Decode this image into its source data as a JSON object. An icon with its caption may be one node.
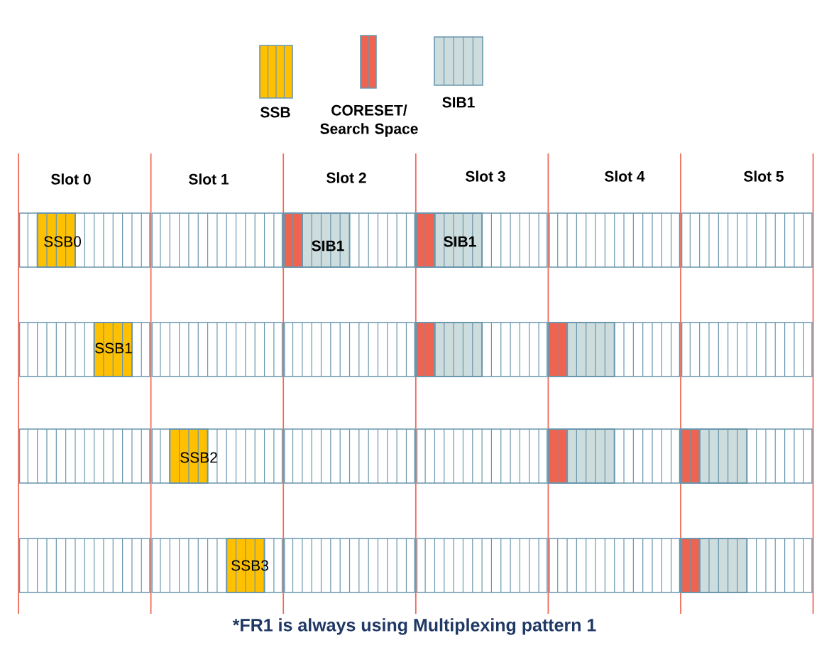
{
  "diagram": {
    "caption": "*FR1 is always using Multiplexing pattern 1",
    "labels": [
      "Slot 0",
      "Slot 1",
      "Slot 2",
      "Slot 3",
      "Slot 4",
      "Slot 5",
      "SSB0",
      "SIB1",
      "SIB1",
      "SSB1",
      "SSB2",
      "SSB3"
    ],
    "legend": [
      {
        "text": "SSB",
        "color": "#ffc000"
      },
      {
        "text": "CORESET/ Search Space",
        "color": "#ef6351"
      },
      {
        "text": "SIB1",
        "color": "#cddcdc"
      }
    ]
  }
}
